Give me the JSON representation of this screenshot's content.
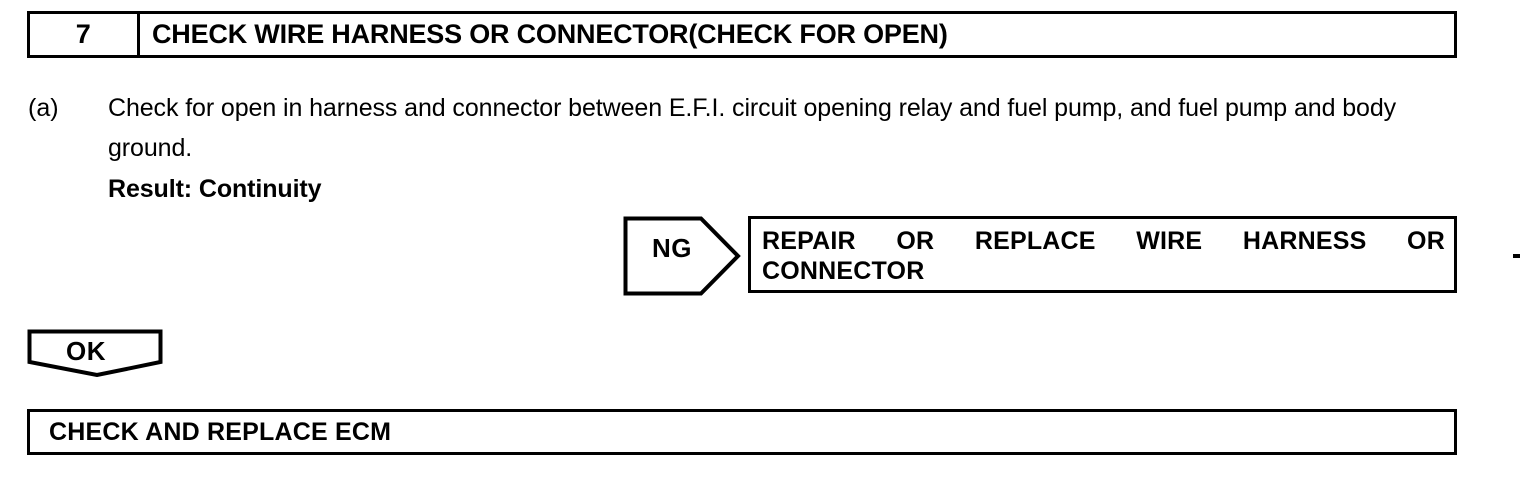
{
  "step": {
    "number": "7",
    "title": "CHECK WIRE HARNESS OR CONNECTOR(CHECK FOR OPEN)"
  },
  "instruction": {
    "label": "(a)",
    "text": "Check for open in harness and connector between E.F.I. circuit opening relay and fuel pump, and fuel pump and body ground.",
    "result": "Result: Continuity"
  },
  "branch_ng": {
    "label": "NG",
    "target_line1_words": [
      "REPAIR",
      "OR",
      "REPLACE",
      "WIRE",
      "HARNESS",
      "OR"
    ],
    "target_line2": "CONNECTOR"
  },
  "branch_ok": {
    "label": "OK"
  },
  "outcome": {
    "text": "CHECK AND REPLACE ECM"
  },
  "colors": {
    "ink": "#000000",
    "paper": "#ffffff"
  }
}
